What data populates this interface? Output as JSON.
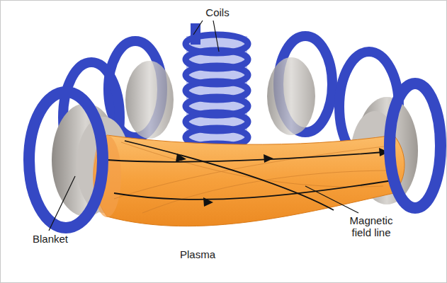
{
  "diagram": {
    "labels": [
      "Coils",
      "Blanket",
      "Plasma",
      "Magnetic field line"
    ]
  }
}
